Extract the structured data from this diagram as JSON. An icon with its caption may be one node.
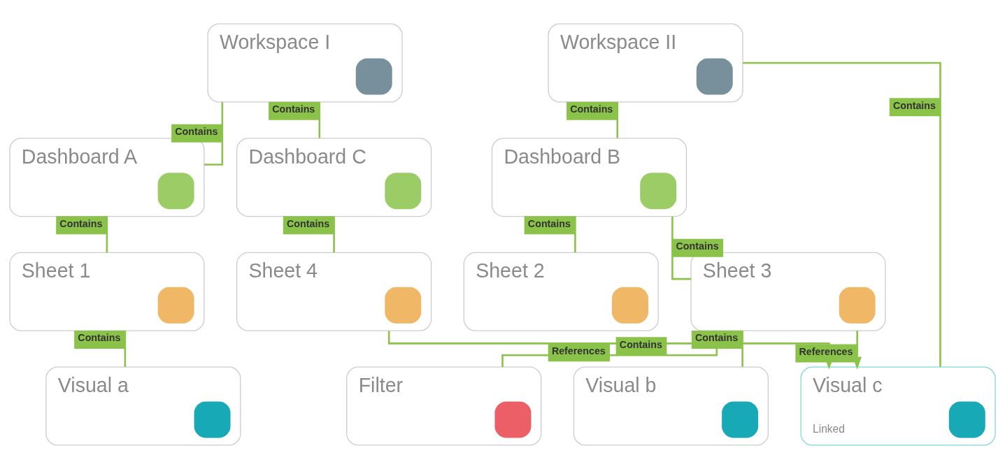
{
  "diagram": {
    "nodes": [
      {
        "text": [
          "Workspace I"
        ]
      },
      {
        "text": [
          "Dashboard A"
        ]
      },
      {
        "text": [
          "Dashboard C"
        ]
      },
      {
        "text": [
          "Sheet 1"
        ]
      },
      {
        "text": [
          "Sheet 4"
        ]
      },
      {
        "text": [
          "Visual a"
        ]
      },
      {
        "text": [
          "Workspace II"
        ]
      },
      {
        "text": [
          "Dashboard B"
        ]
      },
      {
        "text": [
          "Sheet 2"
        ]
      },
      {
        "text": [
          "Sheet 3"
        ]
      },
      {
        "text": [
          "Filter"
        ]
      },
      {
        "text": [
          "Visual b"
        ]
      },
      {
        "text": [
          "Visual c",
          "Linked"
        ]
      }
    ],
    "edges": [
      {
        "from": 0,
        "to": 1,
        "arrow": "none",
        "label": "Contains"
      },
      {
        "from": 0,
        "to": 2,
        "arrow": "none",
        "label": "Contains"
      },
      {
        "from": 1,
        "to": 3,
        "arrow": "none",
        "label": "Contains"
      },
      {
        "from": 2,
        "to": 4,
        "arrow": "none",
        "label": "Contains"
      },
      {
        "from": 3,
        "to": 5,
        "arrow": "none",
        "label": "Contains"
      },
      {
        "from": 4,
        "to": 12,
        "arrow": "to",
        "label": "References"
      },
      {
        "from": 6,
        "to": 7,
        "arrow": "none",
        "label": "Contains"
      },
      {
        "from": 6,
        "to": 12,
        "arrow": "none",
        "label": "Contains"
      },
      {
        "from": 7,
        "to": 8,
        "arrow": "none",
        "label": "Contains"
      },
      {
        "from": 7,
        "to": 9,
        "arrow": "none",
        "label": "Contains"
      },
      {
        "from": 9,
        "to": 10,
        "arrow": "none",
        "label": "Contains"
      },
      {
        "from": 9,
        "to": 11,
        "arrow": "none",
        "label": "Contains"
      },
      {
        "from": 9,
        "to": 12,
        "arrow": "to",
        "label": "References"
      }
    ]
  }
}
